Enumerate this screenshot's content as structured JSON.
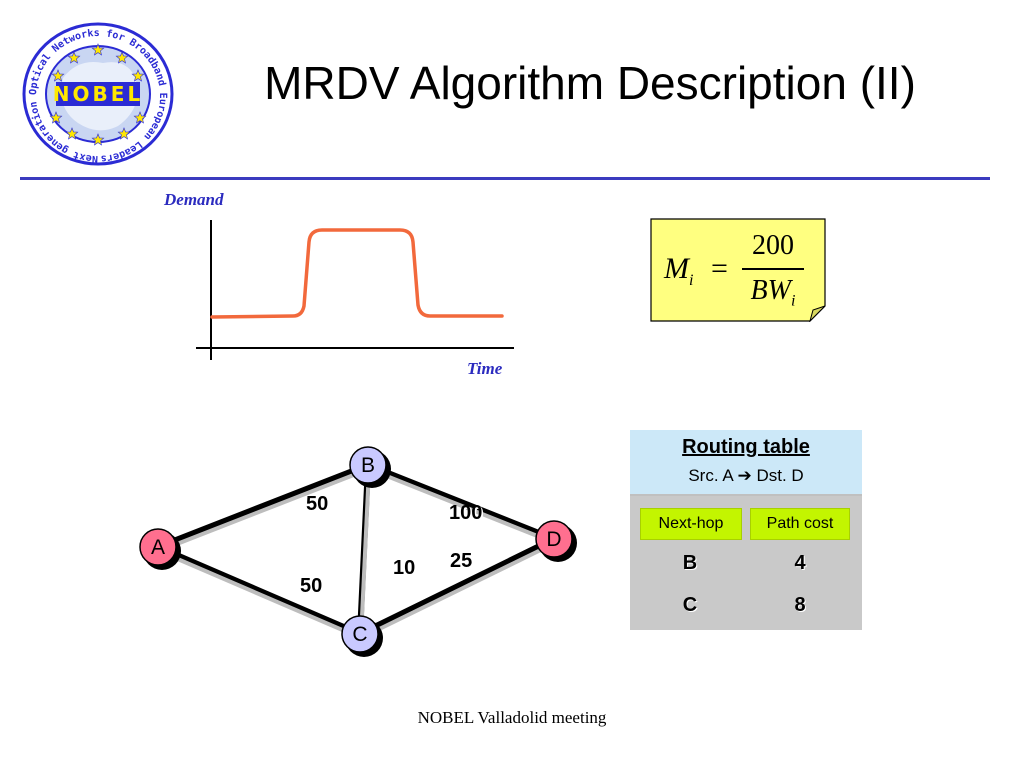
{
  "logo": {
    "text": "NOBEL",
    "ring_text": "Next generation Optical Networks for Broadband European Leadership",
    "colors": {
      "ring": "#2b2bd4",
      "fill": "#c9d6f2",
      "stars": "#ffe800"
    }
  },
  "title": "MRDV Algorithm Description (II)",
  "demand_chart": {
    "ylabel": "Demand",
    "xlabel": "Time",
    "line_color": "#f2693c",
    "label_color": "#2b2bbf"
  },
  "formula": {
    "lhs": "M",
    "lhs_sub": "i",
    "equals": "=",
    "numerator": "200",
    "denominator": "BW",
    "denominator_sub": "i",
    "box_color": "#ffff80"
  },
  "network": {
    "nodes": [
      {
        "id": "B",
        "color": "#c9c9ff"
      },
      {
        "id": "A",
        "color": "#ff6f8f"
      },
      {
        "id": "D",
        "color": "#ff6f8f"
      },
      {
        "id": "C",
        "color": "#c9c9ff"
      }
    ],
    "links": [
      {
        "from": "A",
        "to": "B",
        "weight": "50"
      },
      {
        "from": "B",
        "to": "D",
        "weight": "100"
      },
      {
        "from": "B",
        "to": "C",
        "weight": "10"
      },
      {
        "from": "C",
        "to": "D",
        "weight": "25"
      },
      {
        "from": "A",
        "to": "C",
        "weight": "50"
      }
    ]
  },
  "routing_table": {
    "title": "Routing table",
    "subtitle_src": "Src. A",
    "subtitle_arrow": "➔",
    "subtitle_dst": "Dst. D",
    "columns": [
      "Next-hop",
      "Path cost"
    ],
    "rows": [
      {
        "next_hop": "B",
        "path_cost": "4"
      },
      {
        "next_hop": "C",
        "path_cost": "8"
      }
    ]
  },
  "footer": "NOBEL Valladolid  meeting"
}
